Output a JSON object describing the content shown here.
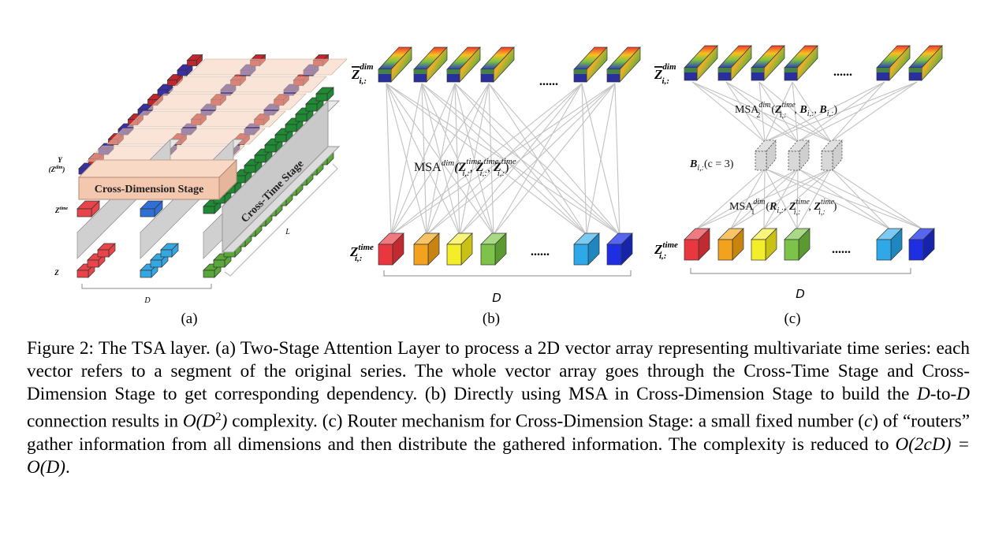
{
  "panel_a": {
    "label": "(a)",
    "stage_cross_dimension": "Cross-Dimension Stage",
    "stage_cross_time": "Cross-Time Stage",
    "y_label": "Y",
    "z_dim_label": "(Z",
    "z_dim_sup": "dim",
    "z_dim_close": ")",
    "z_time_label": "Z",
    "z_time_sup": "time",
    "z_label": "Z",
    "d_label": "D",
    "l_label": "L",
    "colors": {
      "segment_red": "#e8444a",
      "segment_blue": "#2f6fd6",
      "segment_green": "#5aa83a",
      "segment_lightblue": "#35a7e0",
      "stage_salmon": "#f4c8ae",
      "stage_gray": "#c9c9c9",
      "top_purple": "#3a2f9e"
    }
  },
  "panel_b": {
    "label": "(b)",
    "top_label": "Z",
    "top_sup": "dim",
    "top_sub": "i,:",
    "bottom_label": "Z",
    "bottom_sup": "time",
    "bottom_sub": "i,:",
    "msa": "MSA",
    "msa_sup": "dim",
    "msa_args": "(Z",
    "msa_sub": "i,:",
    "msa_sup2": "time",
    "ellipsis": "......",
    "d_label": "D"
  },
  "panel_c": {
    "label": "(c)",
    "top_label": "Z",
    "top_sup": "dim",
    "top_sub": "i,:",
    "bottom_label": "Z",
    "bottom_sup": "time",
    "bottom_sub": "i,:",
    "msa2": "MSA",
    "msa2_sub": "2",
    "msa2_sup": "dim",
    "msa1": "MSA",
    "msa1_sub": "1",
    "msa1_sup": "dim",
    "router_label": "B",
    "router_sub": "i,:",
    "router_count": "(c = 3)",
    "r_label": "R",
    "ellipsis": "......",
    "d_label": "D"
  },
  "caption": {
    "prefix": "Figure 2: The TSA layer. (a) Two-Stage Attention Layer to process a 2D vector array representing multivariate time series: each vector refers to a segment of the original series. The whole vector array goes through the Cross-Time Stage and Cross-Dimension Stage to get corresponding dependency. (b) Directly using MSA in Cross-Dimension Stage to build the ",
    "d1": "D",
    "mid1": "-to-",
    "d2": "D",
    "mid2": " connection results in ",
    "big_o1": "O(D",
    "sq": "2",
    "big_o1_close": ")",
    "mid3": " complexity. (c) Router mechanism for Cross-Dimension Stage: a small fixed number (",
    "c": "c",
    "mid4": ") of “routers” gather information from all dimensions and then distribute the gathered information. The complexity is reduced to ",
    "big_o2": "O(2cD) = O(D)",
    "end": "."
  }
}
